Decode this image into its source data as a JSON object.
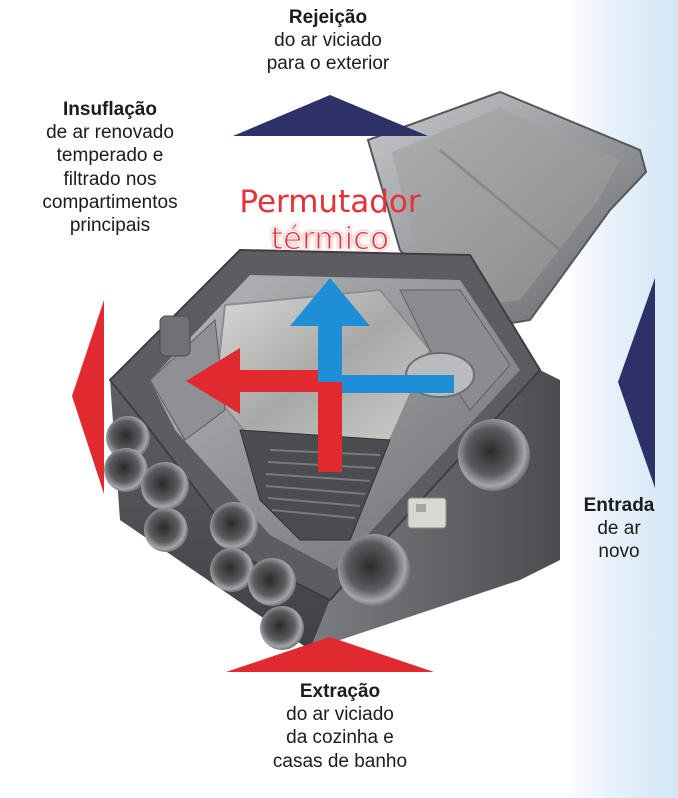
{
  "labels": {
    "rejeicao": {
      "title": "Rejeição",
      "lines": [
        "do ar viciado",
        "para o exterior"
      ]
    },
    "insuflacao": {
      "title": "Insuflação",
      "lines": [
        "de ar renovado",
        "temperado e",
        "filtrado nos",
        "compartimentos",
        "principais"
      ]
    },
    "entrada": {
      "title": "Entrada",
      "lines": [
        "de ar",
        "novo"
      ]
    },
    "extracao": {
      "title": "Extração",
      "lines": [
        "do ar viciado",
        "da cozinha e",
        "casas de banho"
      ]
    }
  },
  "center_label": {
    "line1": "Permutador",
    "line2": "térmico"
  },
  "colors": {
    "red_flow": "#e02a2f",
    "blue_flow": "#1e8fd6",
    "navy_arrow": "#2e3168",
    "text": "#1b1b1b",
    "accent_panel": "#d4e6f6"
  },
  "icons": {
    "top_arrow": "triangle-up-navy-icon",
    "left_arrow": "triangle-left-red-icon",
    "right_arrow": "triangle-left-navy-icon",
    "bottom_arrow": "triangle-up-red-icon"
  }
}
